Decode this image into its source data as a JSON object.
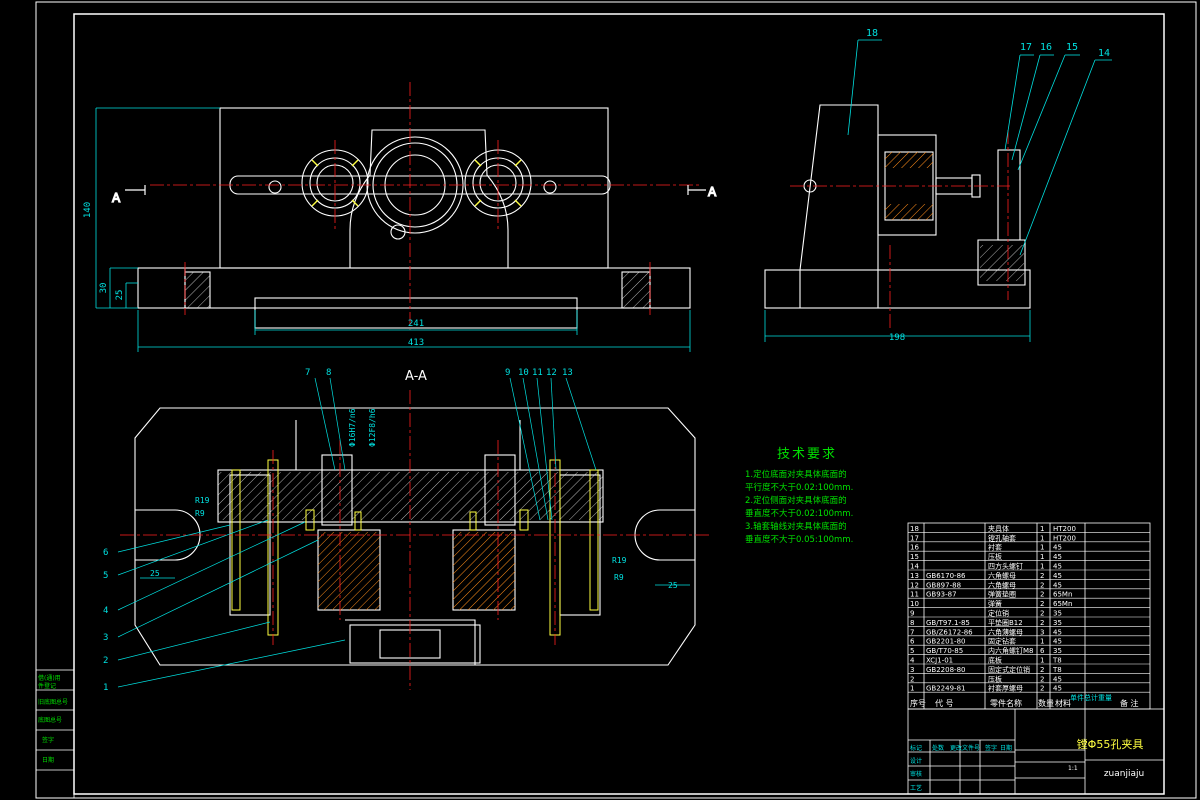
{
  "drawing": {
    "section_label": "A-A",
    "cut_marker": "A",
    "dims_front": {
      "height_total": "140",
      "height_base": "30",
      "height_plate": "25",
      "width_inner": "241",
      "width_total": "413"
    },
    "dims_side": {
      "width": "198"
    },
    "dims_section": {
      "r1": "R19",
      "r2": "R9",
      "d1": "25",
      "r3": "R19",
      "r4": "R9",
      "d2": "25"
    },
    "fits": [
      "Φ16H7/n6",
      "Φ12F8/h6"
    ],
    "callouts_top": [
      "18",
      "17",
      "16",
      "15",
      "14"
    ],
    "callouts_section_top": [
      "7",
      "8",
      "9",
      "10",
      "11",
      "12",
      "13"
    ],
    "callouts_left": [
      "6",
      "5",
      "4",
      "3",
      "2",
      "1"
    ]
  },
  "tech_requirements": {
    "title": "技术要求",
    "items": [
      "1.定位底面对夹具体底面的",
      "  平行度不大于0.02:100mm.",
      "2.定位侧面对夹具体底面的",
      "  垂直度不大于0.02:100mm.",
      "3.轴套轴线对夹具体底面的",
      "  垂直度不大于0.05:100mm."
    ]
  },
  "bom": {
    "rows": [
      {
        "no": "18",
        "code": "",
        "name": "夹具体",
        "qty": "1",
        "mat": "HT200"
      },
      {
        "no": "17",
        "code": "",
        "name": "镗孔轴套",
        "qty": "1",
        "mat": "HT200"
      },
      {
        "no": "16",
        "code": "",
        "name": "衬套",
        "qty": "1",
        "mat": "45"
      },
      {
        "no": "15",
        "code": "",
        "name": "压板",
        "qty": "1",
        "mat": "45"
      },
      {
        "no": "14",
        "code": "",
        "name": "四方头螺钉",
        "qty": "1",
        "mat": "45"
      },
      {
        "no": "13",
        "code": "GB6170-86",
        "name": "六角螺母",
        "qty": "2",
        "mat": "45"
      },
      {
        "no": "12",
        "code": "GB897-88",
        "name": "六角螺母",
        "qty": "2",
        "mat": "45"
      },
      {
        "no": "11",
        "code": "GB93-87",
        "name": "弹簧垫圈",
        "qty": "2",
        "mat": "65Mn"
      },
      {
        "no": "10",
        "code": "",
        "name": "弹簧",
        "qty": "2",
        "mat": "65Mn"
      },
      {
        "no": "9",
        "code": "",
        "name": "定位销",
        "qty": "2",
        "mat": "35"
      },
      {
        "no": "8",
        "code": "GB/T97.1-85",
        "name": "平垫圈B12",
        "qty": "2",
        "mat": "35"
      },
      {
        "no": "7",
        "code": "GB/Z6172-86",
        "name": "六角薄螺母",
        "qty": "3",
        "mat": "45"
      },
      {
        "no": "6",
        "code": "GB2201-80",
        "name": "固定钻套",
        "qty": "1",
        "mat": "45"
      },
      {
        "no": "5",
        "code": "GB/T70-85",
        "name": "内六角螺钉M8",
        "qty": "6",
        "mat": "35"
      },
      {
        "no": "4",
        "code": "XCJ1-01",
        "name": "底板",
        "qty": "1",
        "mat": "T8"
      },
      {
        "no": "3",
        "code": "GB2208-80",
        "name": "固定式定位销",
        "qty": "2",
        "mat": "T8"
      },
      {
        "no": "2",
        "code": "",
        "name": "压板",
        "qty": "2",
        "mat": "45"
      },
      {
        "no": "1",
        "code": "GB2249-81",
        "name": "衬套厚螺母",
        "qty": "2",
        "mat": "45"
      }
    ],
    "header": {
      "no": "序号",
      "code": "代 号",
      "name": "零件名称",
      "qty": "数量",
      "mat": "材料",
      "note": "备 注"
    },
    "note_hdr": "单件总计重量",
    "title": "镗Φ55孔夹具",
    "watermark": "zuanjiaju",
    "scale": "1:1",
    "left_labels": [
      "设计",
      "审核",
      "工艺"
    ],
    "title_row": [
      "标记",
      "处数",
      "更改文件号",
      "签字",
      "日期"
    ],
    "side_stamps": [
      "借(通)用",
      "件登记",
      "旧底图总号",
      "底图总号",
      "签字",
      "日期"
    ]
  },
  "colors": {
    "bg": "#000000",
    "line": "#ffffff",
    "center": "#ff2020",
    "dim": "#00e0e0",
    "hatch": "#ff8c1a",
    "text_green": "#00e000",
    "part_yellow": "#ffff40",
    "magenta": "#ff40ff"
  }
}
